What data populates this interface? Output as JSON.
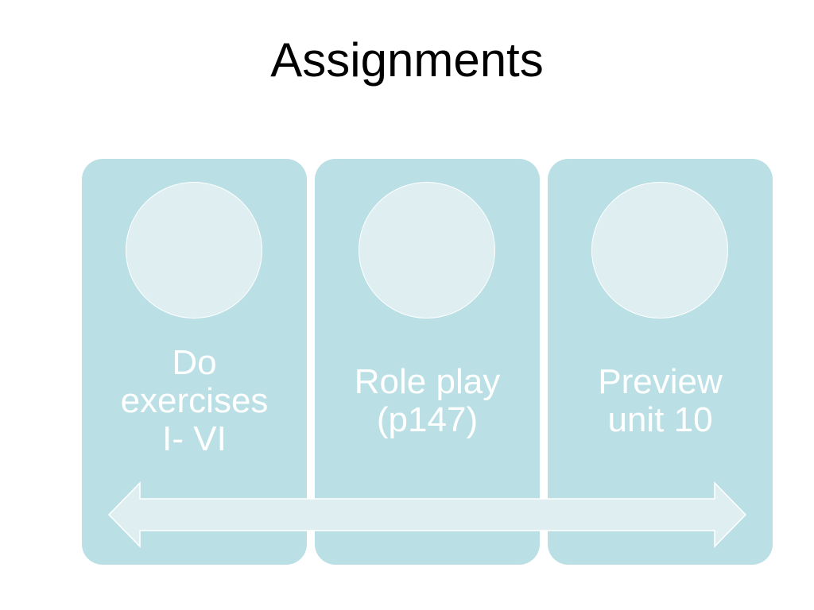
{
  "slide": {
    "title": "Assignments"
  },
  "panels": [
    {
      "line1": "Do",
      "line2": "exercises",
      "line3": "I- VI"
    },
    {
      "line1": "Role play",
      "line2": "(p147)"
    },
    {
      "line1": "Preview",
      "line2": "unit 10"
    }
  ],
  "colors": {
    "panel": "#badfe4",
    "circle": "#deeef1",
    "arrow": "#deeef1",
    "text": "#ffffff",
    "title": "#000000"
  },
  "icons": {
    "arrow": "double-headed-arrow-icon",
    "circle": "circle-placeholder-icon"
  }
}
